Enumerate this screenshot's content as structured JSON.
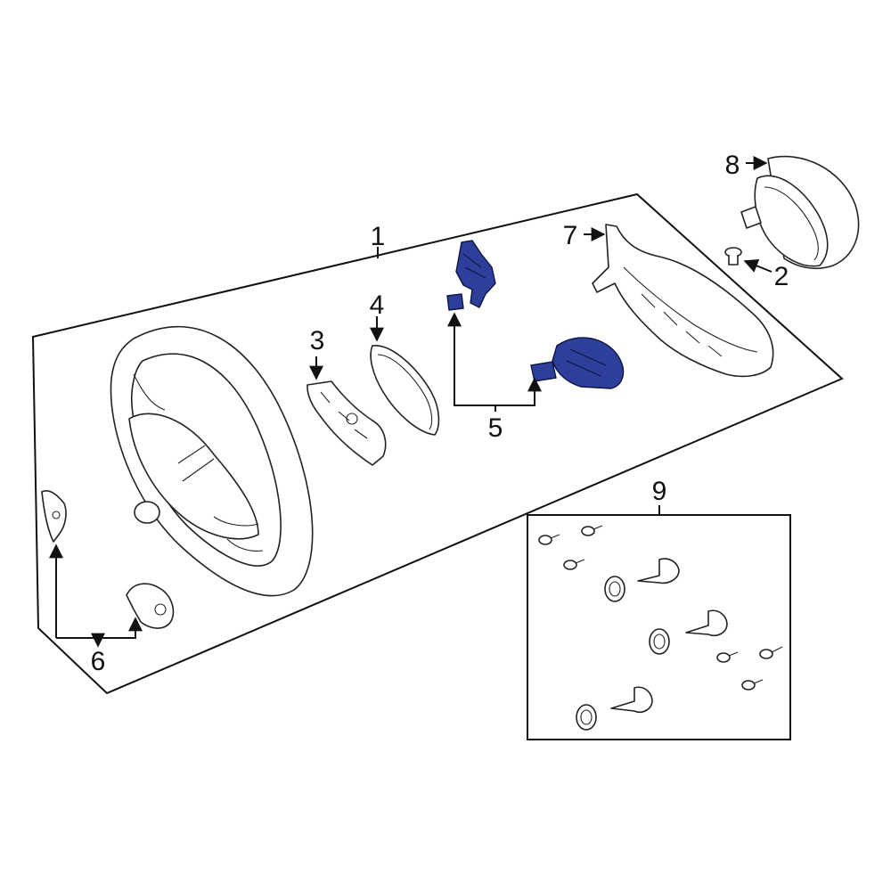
{
  "callouts": {
    "c1": "1",
    "c2": "2",
    "c3": "3",
    "c4": "4",
    "c5": "5",
    "c6": "6",
    "c7": "7",
    "c8": "8",
    "c9": "9"
  },
  "colors": {
    "highlight": "#2d3f9a",
    "line": "#111111"
  }
}
